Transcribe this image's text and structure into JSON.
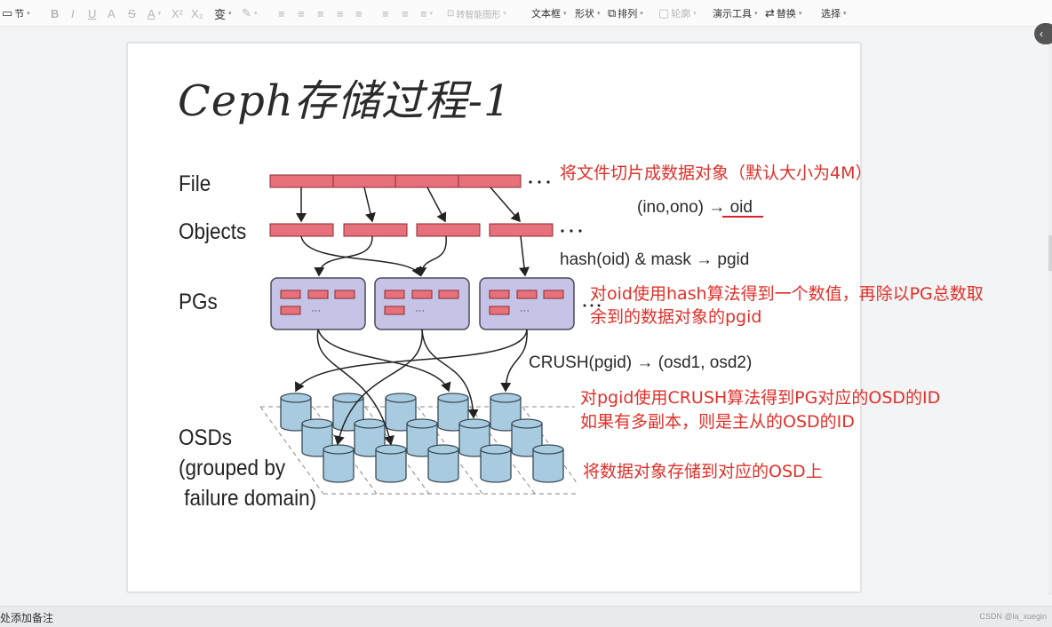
{
  "toolbar": {
    "items": [
      {
        "label": "节",
        "icon": "section-icon",
        "caret": true,
        "enabled": true
      },
      {
        "label": "B",
        "icon": "bold-icon",
        "enabled": false
      },
      {
        "label": "I",
        "icon": "italic-icon",
        "enabled": false
      },
      {
        "label": "U",
        "icon": "underline-icon",
        "enabled": false
      },
      {
        "label": "A",
        "icon": "text-shadow-icon",
        "enabled": false
      },
      {
        "label": "S",
        "icon": "strikethrough-icon",
        "enabled": false
      },
      {
        "label": "A",
        "icon": "font-color-icon",
        "caret": true,
        "enabled": false
      },
      {
        "label": "X²",
        "icon": "superscript-icon",
        "enabled": false
      },
      {
        "label": "X₂",
        "icon": "subscript-icon",
        "enabled": false
      },
      {
        "label": "变",
        "icon": "phonetic-guide-icon",
        "caret": true,
        "enabled": true
      },
      {
        "label": "✎",
        "icon": "highlight-icon",
        "caret": true,
        "enabled": false
      },
      {
        "label": "≡",
        "icon": "align-left-icon",
        "enabled": false
      },
      {
        "label": "≡",
        "icon": "align-center-icon",
        "enabled": false
      },
      {
        "label": "≡",
        "icon": "align-right-icon",
        "enabled": false
      },
      {
        "label": "≡",
        "icon": "justify-icon",
        "enabled": false
      },
      {
        "label": "≡",
        "icon": "distribute-icon",
        "enabled": false
      },
      {
        "label": "≡",
        "icon": "line-spacing-icon",
        "enabled": false
      },
      {
        "label": "≡",
        "icon": "bullets-icon",
        "enabled": false
      },
      {
        "label": "≡",
        "icon": "numbering-icon",
        "caret": true,
        "enabled": false
      },
      {
        "label": "转智能图形",
        "icon": "smartart-icon",
        "caret": true,
        "enabled": false
      },
      {
        "label": "文本框",
        "caret": true,
        "enabled": true
      },
      {
        "label": "形状",
        "caret": true,
        "enabled": true
      },
      {
        "label": "排列",
        "icon": "arrange-icon",
        "caret": true,
        "enabled": true
      },
      {
        "label": "轮廓",
        "icon": "outline-icon",
        "caret": true,
        "enabled": false
      },
      {
        "label": "演示工具",
        "caret": true,
        "enabled": true
      },
      {
        "label": "替换",
        "icon": "replace-icon",
        "caret": true,
        "enabled": true
      },
      {
        "label": "选择",
        "caret": true,
        "enabled": true
      }
    ]
  },
  "slide": {
    "title": "Ceph存储过程-1",
    "labels": {
      "file": "File",
      "objects": "Objects",
      "pgs": "PGs",
      "osds_line1": "OSDs",
      "osds_line2": "(grouped by",
      "osds_line3": " failure domain)"
    },
    "formulas": {
      "oid": "(ino,ono) → oid",
      "oid_prefix": "(ino,ono) ",
      "oid_arrow": "→",
      "oid_target": "oid",
      "pgid": "hash(oid) & mask → pgid",
      "crush": "CRUSH(pgid) → (osd1, osd2)"
    },
    "ellipsis": "• • •",
    "pg_ellipsis": "···",
    "notes": [
      "将文件切片成数据对象（默认大小为4M）",
      "对oid使用hash算法得到一个数值，再除以PG总数取",
      "余到的数据对象的pgid",
      "对pgid使用CRUSH算法得到PG对应的OSD的ID",
      "如果有多副本，则是主从的OSD的ID",
      "将数据对象存储到对应的OSD上"
    ],
    "colors": {
      "object_fill": "#e8707a",
      "object_stroke": "#8a2b33",
      "pg_fill": "#c5c3e6",
      "pg_stroke": "#4a4a5c",
      "osd_fill": "#a9cbe0",
      "note_red": "#e0302a",
      "underline_red": "#d8232a"
    }
  },
  "panel": {
    "collapse_icon": "‹"
  },
  "statusbar": {
    "notes_placeholder": "处添加备注",
    "watermark": "CSDN @la_xuegin"
  }
}
